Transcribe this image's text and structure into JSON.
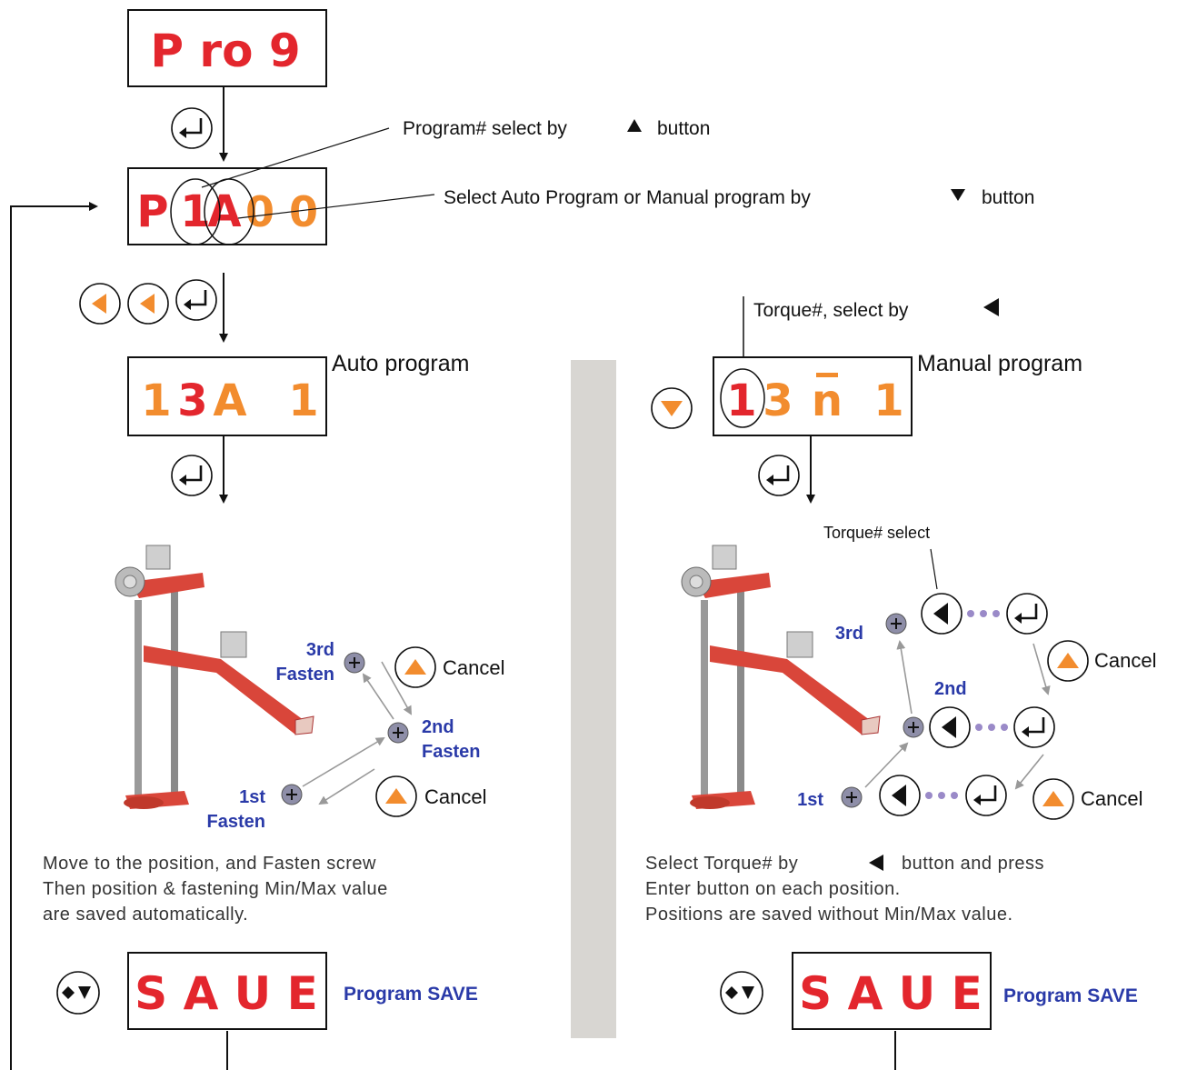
{
  "colors": {
    "red": "#e3262d",
    "orange": "#f28c2e",
    "blue": "#2a3aa8",
    "divider": "#d8d6d2"
  },
  "displays": {
    "prog": "P ro 9",
    "p1a_p": "P",
    "p1a_1": "1",
    "p1a_a": "A",
    "p1a_00": "0 0",
    "auto_1": "1",
    "auto_3": "3",
    "auto_a": "A",
    "auto_end": "1",
    "man_1": "1",
    "man_3": "3",
    "man_n": "n",
    "man_end": "1",
    "save_left": "S A U E",
    "save_right": "S A U E"
  },
  "annotations": {
    "program_select_pre": "Program# select by",
    "program_select_post": "button",
    "mode_select_pre": "Select  Auto Program or Manual program by",
    "mode_select_post": "button",
    "auto_label": "Auto  program",
    "manual_label": "Manual  program",
    "torque_select_by": "Torque#, select by",
    "torque_select": "Torque# select"
  },
  "auto": {
    "third_a": "3rd",
    "third_b": "Fasten",
    "second_a": "2nd",
    "second_b": "Fasten",
    "first_a": "1st",
    "first_b": "Fasten",
    "cancel_1": "Cancel",
    "cancel_2": "Cancel",
    "desc": [
      "Move to the position, and Fasten screw",
      "Then position & fastening Min/Max value",
      "are saved automatically."
    ],
    "save_label": "Program SAVE"
  },
  "manual": {
    "third": "3rd",
    "second": "2nd",
    "first": "1st",
    "cancel_1": "Cancel",
    "cancel_2": "Cancel",
    "desc_pre": "Select Torque# by",
    "desc_post": "button and press",
    "desc_2": "Enter button on each position.",
    "desc_3": "Positions are saved without Min/Max value.",
    "save_label": "Program SAVE"
  },
  "icons": [
    "enter-icon",
    "left-arrow-icon",
    "up-arrow-icon",
    "down-arrow-icon",
    "plus-icon",
    "up-down-icon",
    "torque-arm-icon"
  ]
}
